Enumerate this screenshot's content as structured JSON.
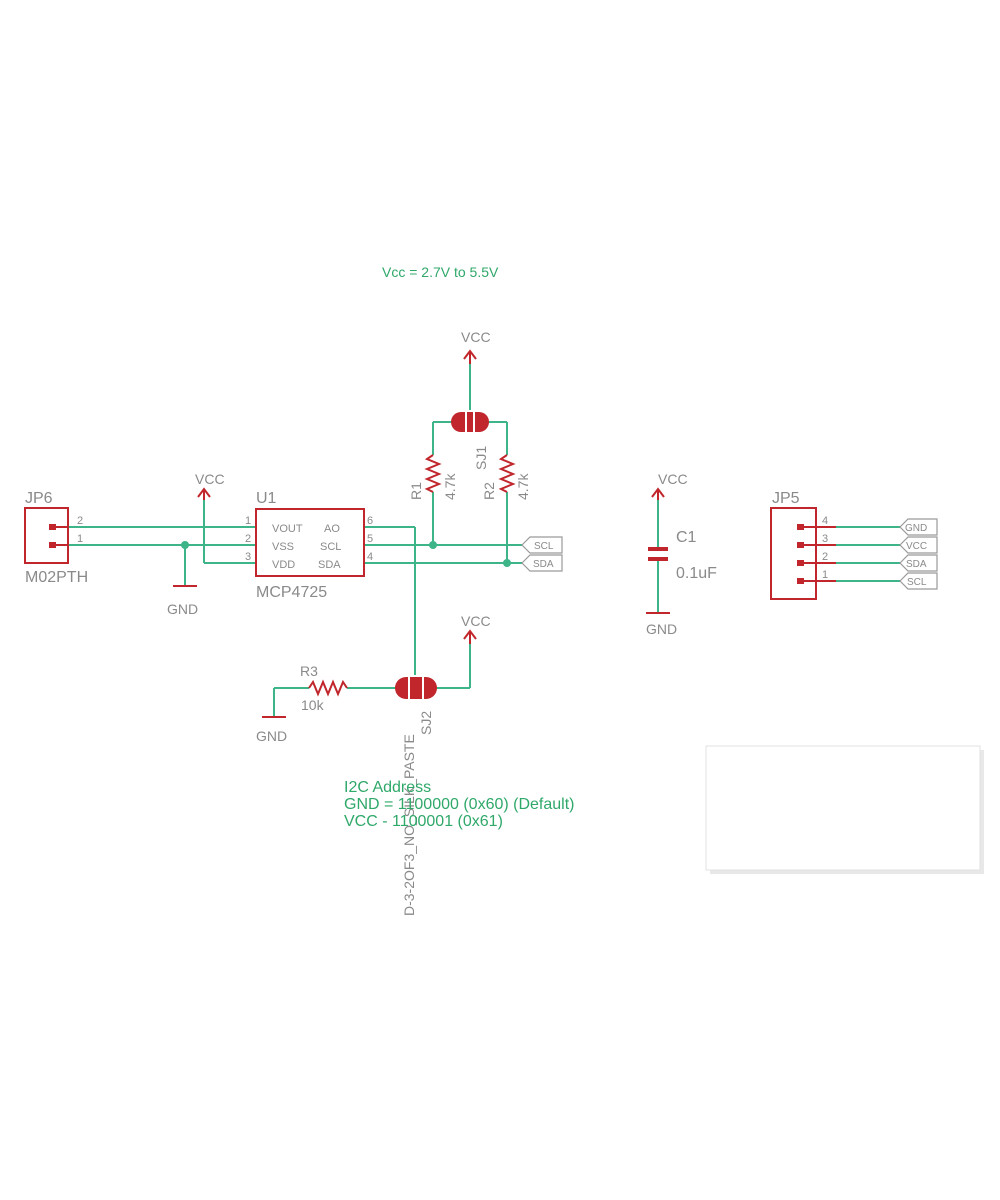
{
  "title_note": "Vcc = 2.7V to 5.5V",
  "power": {
    "vcc": "VCC",
    "gnd": "GND"
  },
  "jp6": {
    "ref": "JP6",
    "value": "M02PTH",
    "pins": [
      "2",
      "1"
    ]
  },
  "u1": {
    "ref": "U1",
    "value": "MCP4725",
    "left_pins": [
      {
        "num": "1",
        "name": "VOUT"
      },
      {
        "num": "2",
        "name": "VSS"
      },
      {
        "num": "3",
        "name": "VDD"
      }
    ],
    "right_pins": [
      {
        "num": "6",
        "name": "AO"
      },
      {
        "num": "5",
        "name": "SCL"
      },
      {
        "num": "4",
        "name": "SDA"
      }
    ]
  },
  "r1": {
    "ref": "R1",
    "value": "4.7k"
  },
  "r2": {
    "ref": "R2",
    "value": "4.7k"
  },
  "r3": {
    "ref": "R3",
    "value": "10k"
  },
  "sj1": {
    "ref": "SJ1"
  },
  "sj2": {
    "ref": "SJ2",
    "value": "D-3-2OF3_NO_SILK_PASTE"
  },
  "c1": {
    "ref": "C1",
    "value": "0.1uF"
  },
  "jp5": {
    "ref": "JP5",
    "pins": [
      {
        "num": "4",
        "net": "GND"
      },
      {
        "num": "3",
        "net": "VCC"
      },
      {
        "num": "2",
        "net": "SDA"
      },
      {
        "num": "1",
        "net": "SCL"
      }
    ]
  },
  "net_labels": {
    "scl": "SCL",
    "sda": "SDA"
  },
  "i2c_note": {
    "line1": "I2C Address",
    "line2": "GND = 1100000 (0x60) (Default)",
    "line3": "VCC - 1100001 (0x61)"
  },
  "colors": {
    "wire": "#3eb489",
    "part": "#c0262b",
    "text_gray": "#8a8a8a",
    "note_green": "#2fa86a"
  }
}
